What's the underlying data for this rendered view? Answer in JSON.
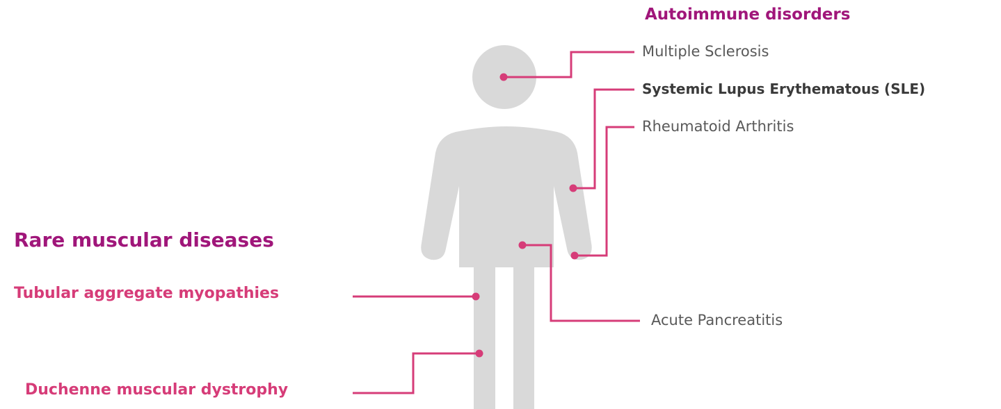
{
  "colors": {
    "figure": "#d9d9d9",
    "connector": "#d63c78",
    "group_title": "#a0167a",
    "muscular_label": "#d63c78",
    "autoimmune_label": "#595959",
    "highlight_label": "#3a3a3a"
  },
  "groups": {
    "autoimmune": {
      "title": "Autoimmune disorders",
      "items": [
        "Multiple Sclerosis",
        "Systemic Lupus Erythematous (SLE)",
        "Rheumatoid Arthritis"
      ]
    },
    "other": {
      "items": [
        "Acute Pancreatitis"
      ]
    },
    "muscular": {
      "title": "Rare muscular diseases",
      "items": [
        "Tubular aggregate myopathies",
        "Duchenne muscular dystrophy"
      ]
    }
  }
}
